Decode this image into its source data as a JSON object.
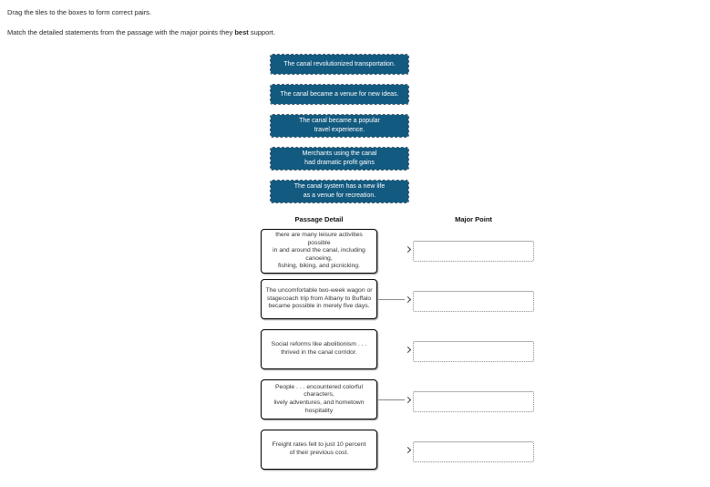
{
  "instructions": {
    "drag": "Drag the tiles to the boxes to form correct pairs.",
    "match_prefix": "Match the detailed statements from the passage with the major points they ",
    "match_bold": "best",
    "match_suffix": " support."
  },
  "tiles": [
    {
      "label": "The canal revolutionized transportation."
    },
    {
      "label": "The canal became a venue for new ideas."
    },
    {
      "label": "The canal became a popular\ntravel experience."
    },
    {
      "label": "Merchants using the canal\nhad dramatic profit gains"
    },
    {
      "label": "The canal system has a new life\nas a venue for recreation."
    }
  ],
  "columns": {
    "left_header": "Passage Detail",
    "right_header": "Major Point"
  },
  "rows": [
    {
      "detail": "there are many leisure activities\npossible\nin and around the canal, including\ncanoeing,\nfishing, biking, and picnicking.",
      "drop_value": ""
    },
    {
      "detail": "The uncomfortable two-week wagon or\nstagecoach trip from Albany to Buffalo\nbecame possible in merely five days.",
      "drop_value": ""
    },
    {
      "detail": "Social reforms like abolitionism . . .\nthrived in the canal corridor.",
      "drop_value": ""
    },
    {
      "detail": "People . . . encountered colorful\ncharacters,\nlively adventures, and hometown\nhospitality",
      "drop_value": ""
    },
    {
      "detail": "Freight rates fell to just 10 percent\nof their previous cost.",
      "drop_value": ""
    }
  ]
}
